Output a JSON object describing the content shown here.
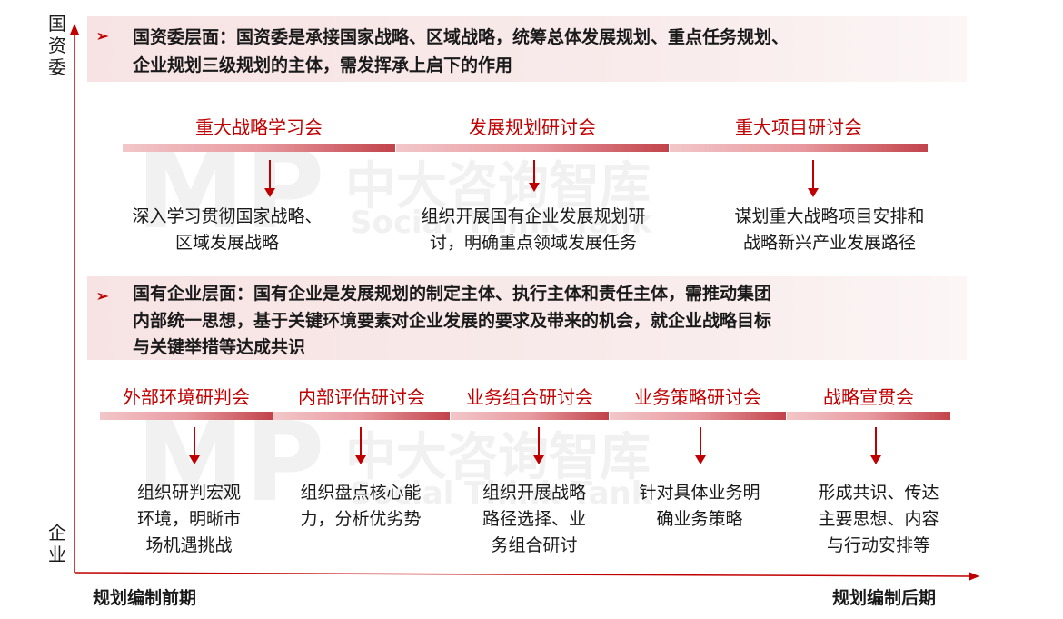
{
  "axes": {
    "y_top": "国资委",
    "y_bottom": "企业",
    "x_left": "规划编制前期",
    "x_right": "规划编制后期"
  },
  "watermark": {
    "brand": "MP",
    "cn": "中大咨询智库",
    "en": "Social Think Tank"
  },
  "bullet_glyph": "➢",
  "section1": {
    "banner_line1": "国资委层面：国资委是承接国家战略、区域战略，统筹总体发展规划、重点任务规划、",
    "banner_line2": "企业规划三级规划的主体，需发挥承上启下的作用",
    "stages": [
      {
        "title": "重大战略学习会",
        "desc1": "深入学习贯彻国家战略、",
        "desc2": "区域发展战略"
      },
      {
        "title": "发展规划研讨会",
        "desc1": "组织开展国有企业发展规划研",
        "desc2": "讨，明确重点领域发展任务"
      },
      {
        "title": "重大项目研讨会",
        "desc1": "谋划重大战略项目安排和",
        "desc2": "战略新兴产业发展路径"
      }
    ]
  },
  "section2": {
    "banner_line1": "国有企业层面：国有企业是发展规划的制定主体、执行主体和责任主体，需推动集团",
    "banner_line2": "内部统一思想，基于关键环境要素对企业发展的要求及带来的机会，就企业战略目标",
    "banner_line3": "与关键举措等达成共识",
    "stages": [
      {
        "title": "外部环境研判会",
        "desc1": "组织研判宏观",
        "desc2": "环境，明晰市",
        "desc3": "场机遇挑战"
      },
      {
        "title": "内部评估研讨会",
        "desc1": "组织盘点核心能",
        "desc2": "力，分析优劣势",
        "desc3": ""
      },
      {
        "title": "业务组合研讨会",
        "desc1": "组织开展战略",
        "desc2": "路径选择、业",
        "desc3": "务组合研讨"
      },
      {
        "title": "业务策略研讨会",
        "desc1": "针对具体业务明",
        "desc2": "确业务策略",
        "desc3": ""
      },
      {
        "title": "战略宣贯会",
        "desc1": "形成共识、传达",
        "desc2": "主要思想、内容",
        "desc3": "与行动安排等"
      }
    ]
  }
}
